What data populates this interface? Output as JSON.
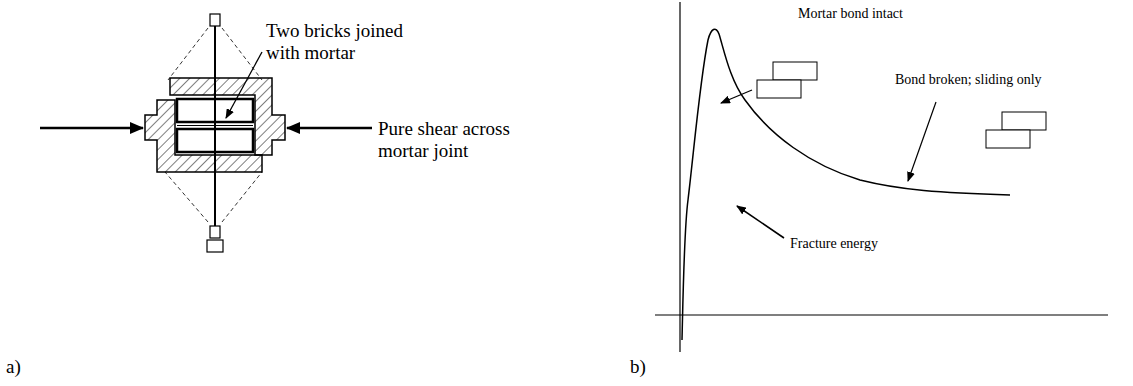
{
  "diagram": {
    "labels": [
      "Two bricks joined with mortar",
      "Pure shear across mortar joint",
      "a)",
      "Mortar bond intact",
      "Bond broken; sliding only",
      "Fracture energy",
      "b)"
    ]
  }
}
